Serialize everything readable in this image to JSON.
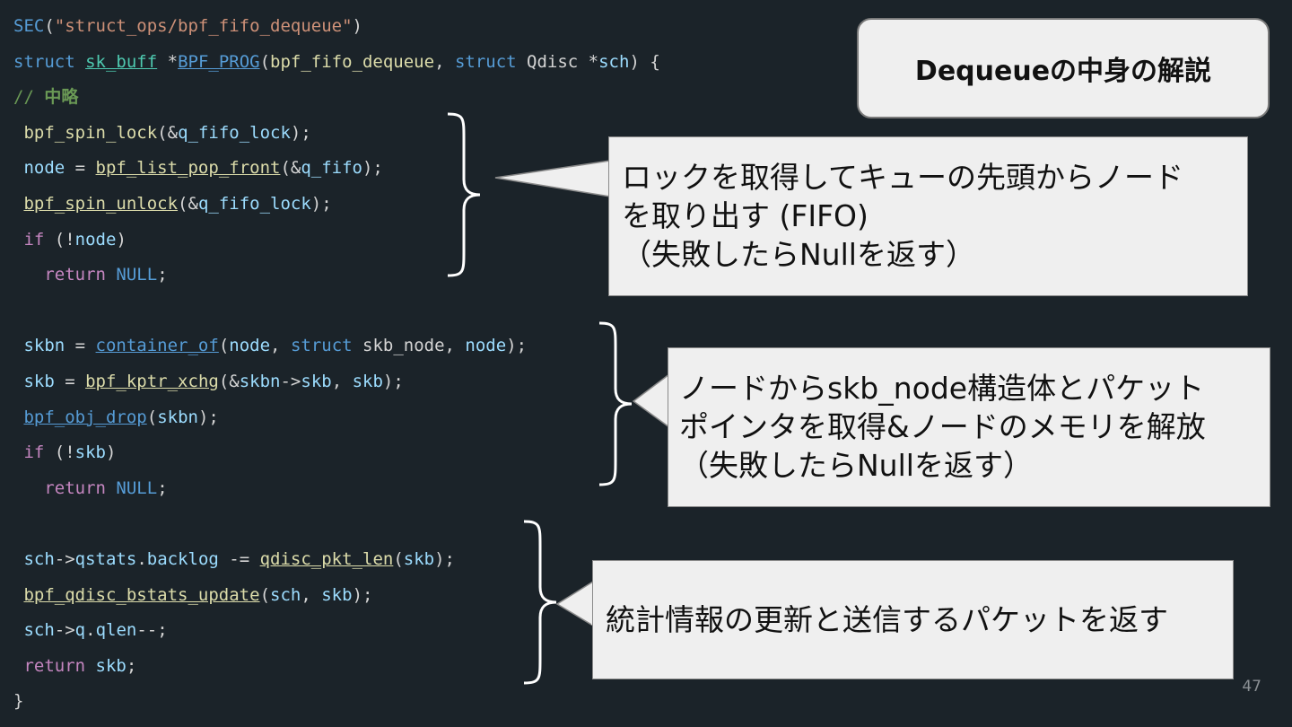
{
  "slide": {
    "title": "Dequeueの中身の解説",
    "page_number": "47"
  },
  "code": {
    "lines": [
      [
        [
          "kw",
          "SEC"
        ],
        [
          "def",
          "("
        ],
        [
          "str",
          "\"struct_ops/bpf_fifo_dequeue\""
        ],
        [
          "def",
          ")"
        ]
      ],
      [
        [
          "kw",
          "struct"
        ],
        [
          "def",
          " "
        ],
        [
          "type",
          "sk_buff"
        ],
        [
          "def",
          " *"
        ],
        [
          "kw",
          "BPF_PROG"
        ],
        [
          "def",
          "("
        ],
        [
          "fn",
          "bpf_fifo_dequeue"
        ],
        [
          "def",
          ", "
        ],
        [
          "kw",
          "struct"
        ],
        [
          "def",
          " Qdisc *"
        ],
        [
          "var",
          "sch"
        ],
        [
          "def",
          ") {"
        ]
      ],
      [
        [
          "cmt",
          "// "
        ],
        [
          "cmtb",
          "中略"
        ]
      ],
      [
        [
          "def",
          " "
        ],
        [
          "fn",
          "bpf_spin_lock"
        ],
        [
          "def",
          "(&"
        ],
        [
          "var",
          "q_fifo_lock"
        ],
        [
          "def",
          ");"
        ]
      ],
      [
        [
          "def",
          " "
        ],
        [
          "var",
          "node"
        ],
        [
          "def",
          " = "
        ],
        [
          "fn",
          "bpf_list_pop_front"
        ],
        [
          "def",
          "(&"
        ],
        [
          "var",
          "q_fifo"
        ],
        [
          "def",
          ");"
        ]
      ],
      [
        [
          "def",
          " "
        ],
        [
          "fn",
          "bpf_spin_unlock"
        ],
        [
          "def",
          "(&"
        ],
        [
          "var",
          "q_fifo_lock"
        ],
        [
          "def",
          ");"
        ]
      ],
      [
        [
          "def",
          " "
        ],
        [
          "ctl",
          "if"
        ],
        [
          "def",
          " (!"
        ],
        [
          "var",
          "node"
        ],
        [
          "def",
          ")"
        ]
      ],
      [
        [
          "def",
          "   "
        ],
        [
          "ctl",
          "return"
        ],
        [
          "def",
          " "
        ],
        [
          "kw",
          "NULL"
        ],
        [
          "def",
          ";"
        ]
      ],
      [],
      [
        [
          "def",
          " "
        ],
        [
          "var",
          "skbn"
        ],
        [
          "def",
          " = "
        ],
        [
          "kw",
          "container_of"
        ],
        [
          "def",
          "("
        ],
        [
          "var",
          "node"
        ],
        [
          "def",
          ", "
        ],
        [
          "kw",
          "struct"
        ],
        [
          "def",
          " skb_node, "
        ],
        [
          "var",
          "node"
        ],
        [
          "def",
          ");"
        ]
      ],
      [
        [
          "def",
          " "
        ],
        [
          "var",
          "skb"
        ],
        [
          "def",
          " = "
        ],
        [
          "fn",
          "bpf_kptr_xchg"
        ],
        [
          "def",
          "(&"
        ],
        [
          "var",
          "skbn"
        ],
        [
          "def",
          "->"
        ],
        [
          "var",
          "skb"
        ],
        [
          "def",
          ", "
        ],
        [
          "var",
          "skb"
        ],
        [
          "def",
          ");"
        ]
      ],
      [
        [
          "def",
          " "
        ],
        [
          "kw",
          "bpf_obj_drop"
        ],
        [
          "def",
          "("
        ],
        [
          "var",
          "skbn"
        ],
        [
          "def",
          ");"
        ]
      ],
      [
        [
          "def",
          " "
        ],
        [
          "ctl",
          "if"
        ],
        [
          "def",
          " (!"
        ],
        [
          "var",
          "skb"
        ],
        [
          "def",
          ")"
        ]
      ],
      [
        [
          "def",
          "   "
        ],
        [
          "ctl",
          "return"
        ],
        [
          "def",
          " "
        ],
        [
          "kw",
          "NULL"
        ],
        [
          "def",
          ";"
        ]
      ],
      [],
      [
        [
          "def",
          " "
        ],
        [
          "var",
          "sch"
        ],
        [
          "def",
          "->"
        ],
        [
          "var",
          "qstats"
        ],
        [
          "def",
          "."
        ],
        [
          "var",
          "backlog"
        ],
        [
          "def",
          " -= "
        ],
        [
          "fn",
          "qdisc_pkt_len"
        ],
        [
          "def",
          "("
        ],
        [
          "var",
          "skb"
        ],
        [
          "def",
          ");"
        ]
      ],
      [
        [
          "def",
          " "
        ],
        [
          "fn",
          "bpf_qdisc_bstats_update"
        ],
        [
          "def",
          "("
        ],
        [
          "var",
          "sch"
        ],
        [
          "def",
          ", "
        ],
        [
          "var",
          "skb"
        ],
        [
          "def",
          ");"
        ]
      ],
      [
        [
          "def",
          " "
        ],
        [
          "var",
          "sch"
        ],
        [
          "def",
          "->"
        ],
        [
          "var",
          "q"
        ],
        [
          "def",
          "."
        ],
        [
          "var",
          "qlen"
        ],
        [
          "def",
          "--;"
        ]
      ],
      [
        [
          "def",
          " "
        ],
        [
          "ctl",
          "return"
        ],
        [
          "def",
          " "
        ],
        [
          "var",
          "skb"
        ],
        [
          "def",
          ";"
        ]
      ],
      [
        [
          "def",
          "}"
        ]
      ]
    ]
  },
  "callouts": [
    {
      "lines": [
        "ロックを取得してキューの先頭からノード",
        "を取り出す (FIFO)",
        "（失敗したらNullを返す）"
      ]
    },
    {
      "lines": [
        "ノードからskb_node構造体とパケット",
        "ポインタを取得&ノードのメモリを解放",
        "（失敗したらNullを返す）"
      ]
    },
    {
      "lines": [
        "統計情報の更新と送信するパケットを返す"
      ]
    }
  ],
  "colors": {
    "background": "#1b2329",
    "keyword": "#569cd6",
    "control": "#c586c0",
    "function": "#dcdcaa",
    "variable": "#9cdcfe",
    "string": "#ce9178",
    "type": "#4ec9b0",
    "comment": "#6a9955",
    "callout_fill": "#efefef"
  }
}
